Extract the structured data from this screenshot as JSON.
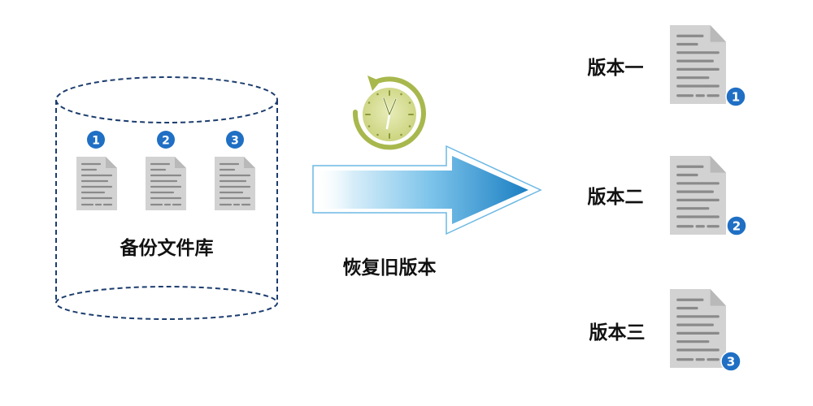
{
  "library": {
    "label": "备份文件库",
    "files": [
      {
        "badge": "1"
      },
      {
        "badge": "2"
      },
      {
        "badge": "3"
      }
    ]
  },
  "restore": {
    "label": "恢复旧版本"
  },
  "versions": [
    {
      "label": "版本一",
      "badge": "1"
    },
    {
      "label": "版本二",
      "badge": "2"
    },
    {
      "label": "版本三",
      "badge": "3"
    }
  ],
  "colors": {
    "badge": "#1f6fc4",
    "arrow_dark": "#1b7fc2",
    "arrow_light": "#9fd6f2",
    "clock_ring": "#a8b84d",
    "clock_face": "#d6dd94",
    "document": "#d2d2d2",
    "document_lines": "#8a8a8a",
    "cylinder_outline": "#1c3d6e"
  }
}
